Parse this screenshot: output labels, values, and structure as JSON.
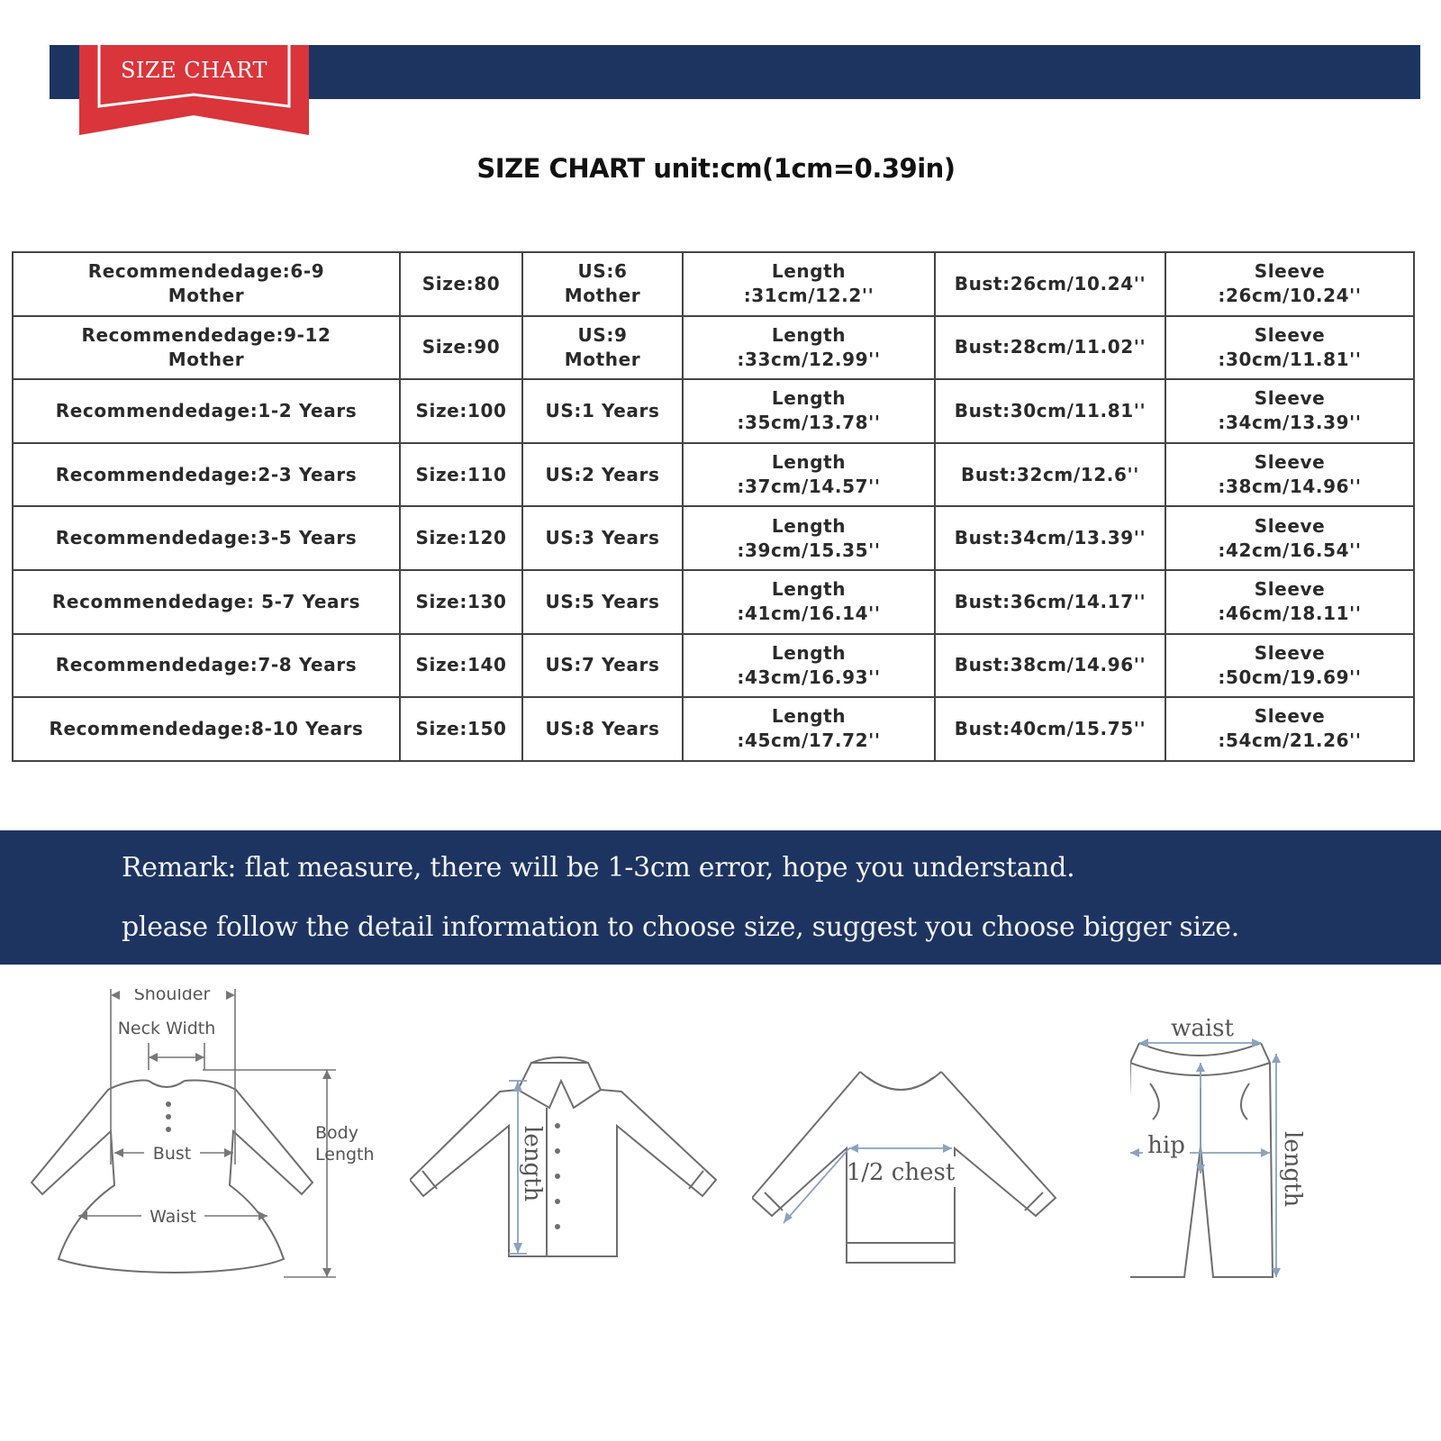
{
  "badge": {
    "label": "SIZE CHART"
  },
  "title": "SIZE CHART unit:cm(1cm=0.39in)",
  "table": {
    "widths": [
      430,
      136,
      178,
      280,
      256,
      276
    ],
    "rows": [
      [
        "Recommendedage:6-9\nMother",
        "Size:80",
        "US:6\nMother",
        "Length\n:31cm/12.2''",
        "Bust:26cm/10.24''",
        "Sleeve\n:26cm/10.24''"
      ],
      [
        "Recommendedage:9-12\nMother",
        "Size:90",
        "US:9\nMother",
        "Length\n:33cm/12.99''",
        "Bust:28cm/11.02''",
        "Sleeve\n:30cm/11.81''"
      ],
      [
        "Recommendedage:1-2 Years",
        "Size:100",
        "US:1 Years",
        "Length\n:35cm/13.78''",
        "Bust:30cm/11.81''",
        "Sleeve\n:34cm/13.39''"
      ],
      [
        "Recommendedage:2-3 Years",
        "Size:110",
        "US:2 Years",
        "Length\n:37cm/14.57''",
        "Bust:32cm/12.6''",
        "Sleeve\n:38cm/14.96''"
      ],
      [
        "Recommendedage:3-5 Years",
        "Size:120",
        "US:3 Years",
        "Length\n:39cm/15.35''",
        "Bust:34cm/13.39''",
        "Sleeve\n:42cm/16.54''"
      ],
      [
        "Recommendedage: 5-7 Years",
        "Size:130",
        "US:5 Years",
        "Length\n:41cm/16.14''",
        "Bust:36cm/14.17''",
        "Sleeve\n:46cm/18.11''"
      ],
      [
        "Recommendedage:7-8 Years",
        "Size:140",
        "US:7 Years",
        "Length\n:43cm/16.93''",
        "Bust:38cm/14.96''",
        "Sleeve\n:50cm/19.69''"
      ],
      [
        "Recommendedage:8-10 Years",
        "Size:150",
        "US:8 Years",
        "Length\n:45cm/17.72''",
        "Bust:40cm/15.75''",
        "Sleeve\n:54cm/21.26''"
      ]
    ]
  },
  "remark": {
    "line1": "Remark: flat measure, there will be 1-3cm error, hope you understand.",
    "line2": "please follow the detail information to choose size, suggest you choose bigger size."
  },
  "diagrams": {
    "dress": {
      "shoulder": "Shoulder",
      "neck_width": "Neck Width",
      "bust": "Bust",
      "waist": "Waist",
      "body_length_1": "Body",
      "body_length_2": "Length"
    },
    "shirt": {
      "length": "length"
    },
    "sweater": {
      "chest": "1/2 chest"
    },
    "pants": {
      "waist": "waist",
      "hip": "hip",
      "length": "length"
    }
  },
  "colors": {
    "navy": "#1d3461",
    "badge_red": "#d9353b",
    "line_gray": "#777777",
    "arrow_blue": "#8aa2bf"
  }
}
